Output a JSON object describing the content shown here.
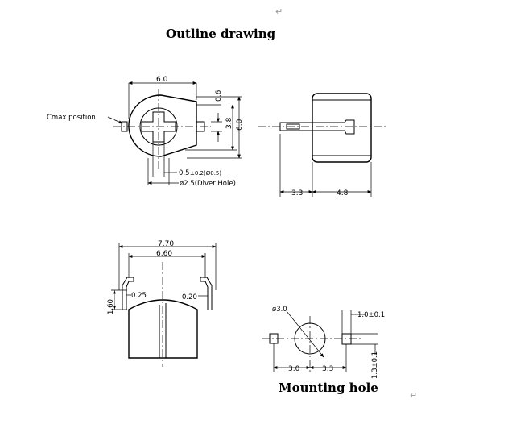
{
  "titles": {
    "outline": "Outline drawing",
    "mounting": "Mounting hole"
  },
  "top_view": {
    "width": "6.0",
    "cmax_position": "Cmax position",
    "dim_0_6": "0.6",
    "dim_3_8": "3.8",
    "height": "6.0",
    "slot": "0.5",
    "slot_tol": "±0.2(Ø0.5)",
    "driver_hole": "ø2.5(Diver Hole)"
  },
  "side_view": {
    "dim_3_3": "3.3",
    "dim_4_8": "4.8"
  },
  "front_view": {
    "dim_7_70": "7.70",
    "dim_6_60": "6.60",
    "dim_1_60": "1.60",
    "dim_0_25": "0.25",
    "dim_0_20": "0.20"
  },
  "mounting_hole": {
    "hole_dia": "ø3.0",
    "pad_w": "1.0±0.1",
    "pad_h": "1.3±0.1",
    "dim_3_0": "3.0",
    "dim_3_3": "3.3"
  },
  "return_mark": "↵"
}
